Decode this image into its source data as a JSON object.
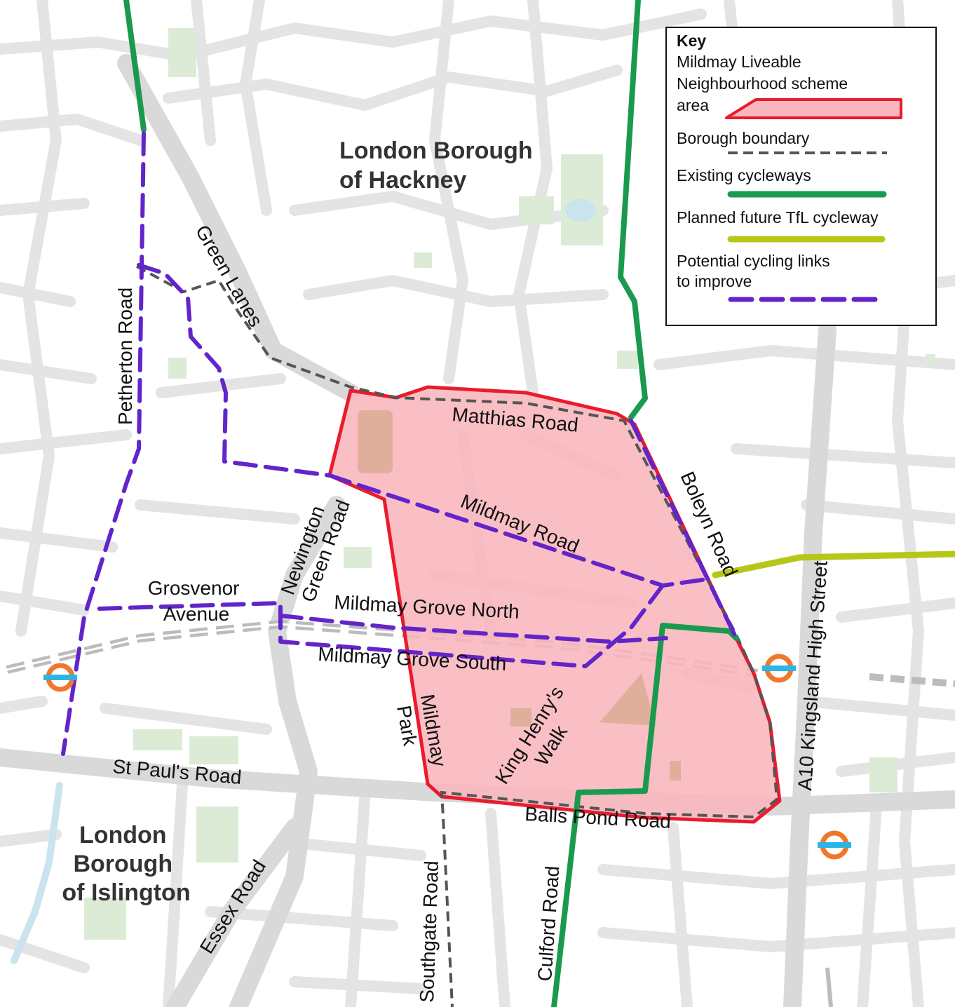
{
  "colors": {
    "background": "#ffffff",
    "road": "#e4e4e4",
    "major_road": "#d9d9d9",
    "park": "#dcebd6",
    "water": "#c9e3ef",
    "scheme_fill": "#f8b6bd",
    "scheme_outline": "#ea1b2d",
    "borough_boundary": "#555555",
    "existing_cycleway": "#1a9a4f",
    "planned_cycleway": "#b8c61a",
    "potential_links": "#6324c9",
    "tube_ring": "#f0782a",
    "tube_bar": "#29b6e6",
    "railway": "#b9b9b9"
  },
  "areas": {
    "hackney": [
      "London Borough",
      "of Hackney"
    ],
    "islington": [
      "London",
      "Borough",
      "of Islington"
    ]
  },
  "roads": {
    "green_lanes": "Green Lanes",
    "petherton_road": "Petherton Road",
    "matthias_road": "Matthias Road",
    "mildmay_road": "Mildmay Road",
    "boleyn_road": "Boleyn Road",
    "kingsland_high_street": "A10 Kingsland High Street",
    "newington_green_road": [
      "Newington",
      "Green Road"
    ],
    "grosvenor_avenue": [
      "Grosvenor",
      "Avenue"
    ],
    "mildmay_grove_north": "Mildmay Grove North",
    "mildmay_grove_south": "Mildmay Grove South",
    "mildmay_park": [
      "Park",
      "Mildmay"
    ],
    "king_henrys_walk": [
      "King Henry's",
      "Walk"
    ],
    "st_pauls_road": "St Paul's Road",
    "balls_pond_road": "Balls Pond Road",
    "essex_road": "Essex Road",
    "southgate_road": "Southgate Road",
    "culford_road": "Culford Road"
  },
  "key": {
    "title": "Key",
    "items": [
      {
        "lines": [
          "Mildmay Liveable",
          "Neighbourhood scheme",
          "area"
        ],
        "symbol": "scheme-area"
      },
      {
        "lines": [
          "Borough boundary"
        ],
        "symbol": "borough-boundary"
      },
      {
        "lines": [
          "Existing cycleways"
        ],
        "symbol": "existing-cycleway"
      },
      {
        "lines": [
          "Planned future TfL cycleway"
        ],
        "symbol": "planned-cycleway"
      },
      {
        "lines": [
          "Potential cycling links",
          "to improve"
        ],
        "symbol": "potential-links"
      }
    ]
  },
  "stations": [
    {
      "icon": "underground-roundel-icon",
      "name": "station-west"
    },
    {
      "icon": "underground-roundel-icon",
      "name": "station-dalston-east"
    },
    {
      "icon": "underground-roundel-icon",
      "name": "station-southeast"
    }
  ]
}
